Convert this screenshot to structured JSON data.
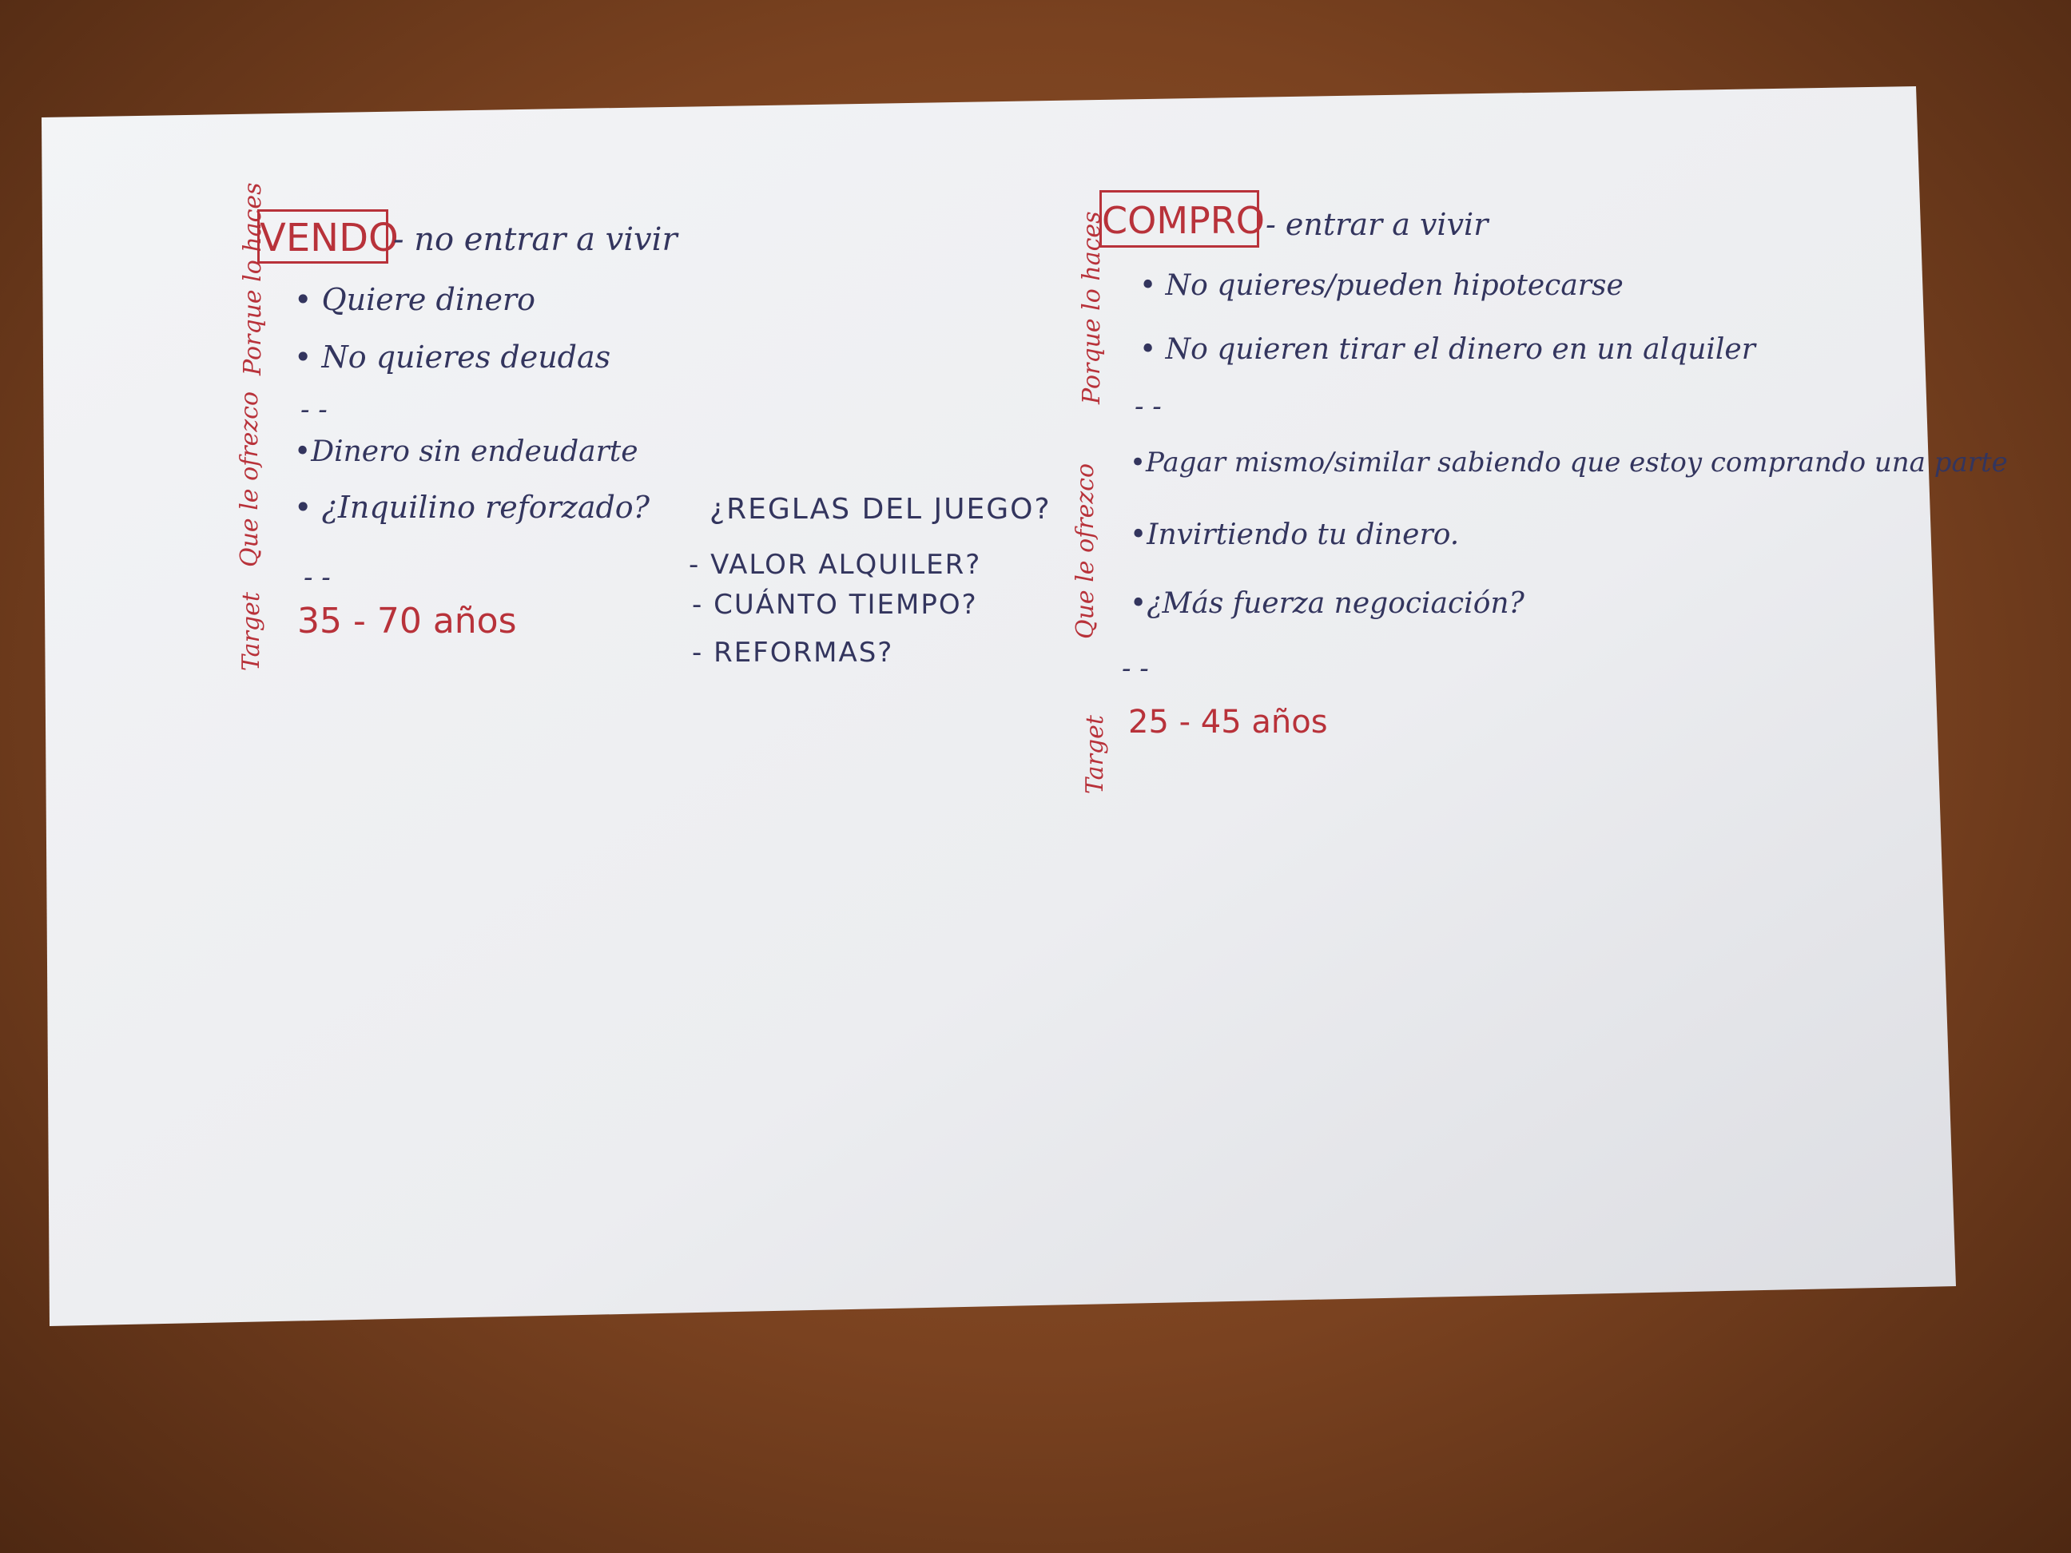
{
  "left": {
    "heading": "VENDO",
    "heading_note": "- no entrar a vivir",
    "why_label": "Porque lo haces",
    "why_items": [
      "• Quiere dinero",
      "• No quieres deudas"
    ],
    "sep1": "- -",
    "offer_label": "Que le ofrezco",
    "offer_items": [
      "•Dinero sin endeudarte",
      "• ¿Inquilino reforzado?"
    ],
    "sep2": "- -",
    "target_label": "Target",
    "target_value": "35 - 70 años"
  },
  "middle": {
    "title": "¿REGLAS DEL JUEGO?",
    "items": [
      "- VALOR ALQUILER?",
      "- CUÁNTO TIEMPO?",
      "- REFORMAS?"
    ]
  },
  "right": {
    "heading": "COMPRO",
    "heading_note": "- entrar a vivir",
    "why_label": "Porque lo haces",
    "why_items": [
      "• No quieres/pueden hipotecarse",
      "• No quieren tirar el dinero en un alquiler"
    ],
    "sep1": "- -",
    "offer_label": "Que le ofrezco",
    "offer_items": [
      "•Pagar mismo/similar sabiendo que estoy comprando una parte",
      "•Invirtiendo tu dinero.",
      "•¿Más fuerza negociación?"
    ],
    "sep2": "- -",
    "target_label": "Target",
    "target_value": "25 - 45 años"
  },
  "colors": {
    "red_ink": "#b8323a",
    "blue_ink": "#33355e",
    "paper": "#eeeff2",
    "table": "#7a4220"
  }
}
